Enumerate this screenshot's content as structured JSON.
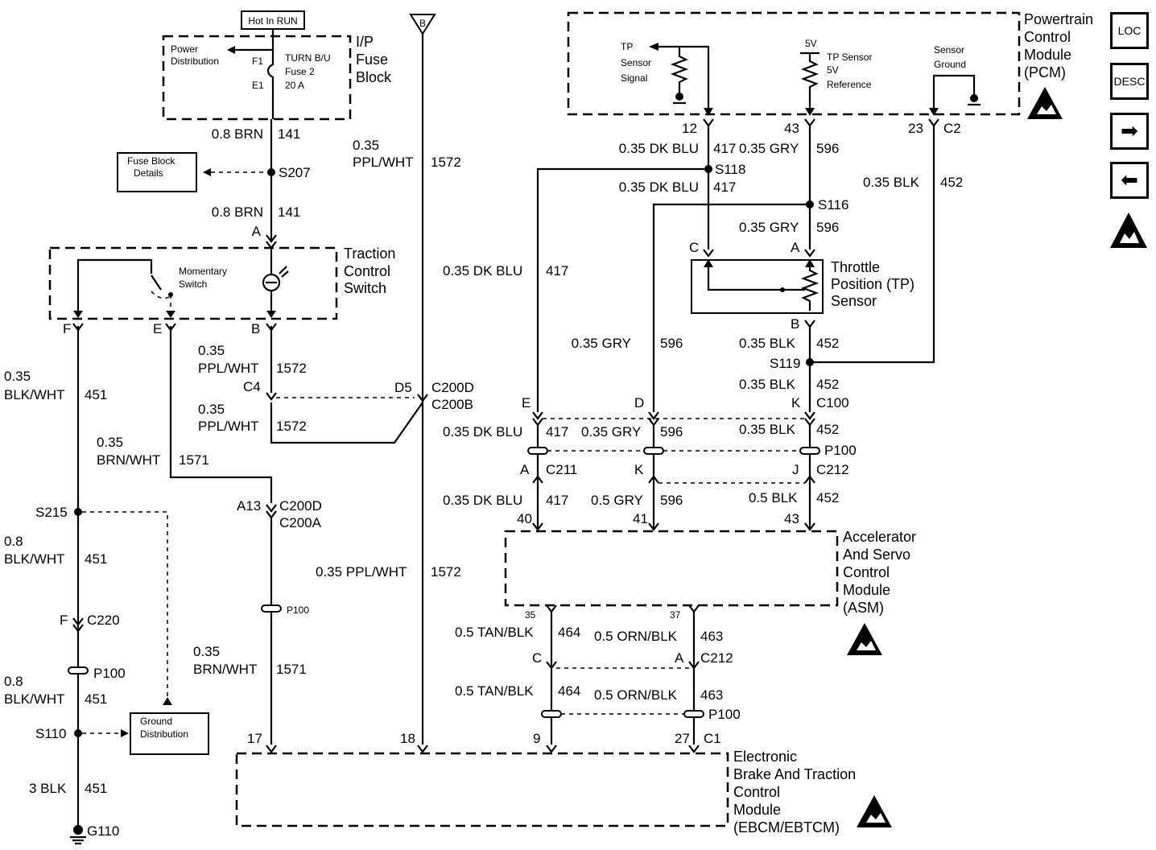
{
  "nav": {
    "loc_label": "LOC",
    "desc_label": "DESC",
    "next_icon": "arrow-right-icon",
    "prev_icon": "arrow-left-icon",
    "esd_icon": "esd-warning-icon"
  },
  "fuse_block": {
    "hot_label": "Hot In RUN",
    "title_1": "I/P",
    "title_2": "Fuse",
    "title_3": "Block",
    "power_dist_1": "Power",
    "power_dist_2": "Distribution",
    "fuse_1": "TURN B/U",
    "fuse_2": "Fuse 2",
    "fuse_3": "20 A",
    "pin_f1": "F1",
    "pin_e1": "E1"
  },
  "fuse_details": {
    "line1": "Fuse Block",
    "line2": "Details"
  },
  "ground_dist": {
    "line1": "Ground",
    "line2": "Distribution"
  },
  "tcs": {
    "title_1": "Traction",
    "title_2": "Control",
    "title_3": "Switch",
    "mom_1": "Momentary",
    "mom_2": "Switch"
  },
  "pcm": {
    "title_1": "Powertrain",
    "title_2": "Control",
    "title_3": "Module",
    "title_4": "(PCM)",
    "tp_sig_1": "TP",
    "tp_sig_2": "Sensor",
    "tp_sig_3": "Signal",
    "five_v": "5V",
    "tp_ref_1": "TP Sensor",
    "tp_ref_2": "5V",
    "tp_ref_3": "Reference",
    "sg_1": "Sensor",
    "sg_2": "Ground",
    "pin_12": "12",
    "pin_43": "43",
    "pin_23": "23",
    "conn": "C2"
  },
  "tp": {
    "title_1": "Throttle",
    "title_2": "Position (TP)",
    "title_3": "Sensor",
    "pin_c": "C",
    "pin_a": "A",
    "pin_b": "B"
  },
  "asm": {
    "title_1": "Accelerator",
    "title_2": "And Servo",
    "title_3": "Control",
    "title_4": "Module",
    "title_5": "(ASM)",
    "pin_40": "40",
    "pin_41": "41",
    "pin_43": "43",
    "pin_35": "35",
    "pin_37": "37"
  },
  "ebcm": {
    "title_1": "Electronic",
    "title_2": "Brake And Traction",
    "title_3": "Control",
    "title_4": "Module",
    "title_5": "(EBCM/EBTCM)",
    "pin_17": "17",
    "pin_18": "18",
    "pin_9": "9",
    "pin_27": "27",
    "conn": "C1"
  },
  "wires": {
    "brn": "0.8 BRN",
    "n141": "141",
    "ppl_035": "0.35",
    "ppl_name": "PPL/WHT",
    "n1572": "1572",
    "ppl_full": "0.35 PPL/WHT",
    "blkwht_035": "0.35",
    "blkwht": "BLK/WHT",
    "n451": "451",
    "brnwht_035": "0.35",
    "brnwht": "BRN/WHT",
    "n1571": "1571",
    "blkwht_08": "0.8",
    "blk3": "3 BLK",
    "dkblu": "0.35 DK BLU",
    "n417": "417",
    "gry": "0.35 GRY",
    "gry05": "0.5 GRY",
    "n596": "596",
    "blk035": "0.35 BLK",
    "blk05": "0.5 BLK",
    "n452": "452",
    "tanblk": "0.5 TAN/BLK",
    "n464": "464",
    "ornblk": "0.5 ORN/BLK",
    "n463": "463"
  },
  "splices": {
    "s207": "S207",
    "s215": "S215",
    "s110": "S110",
    "g110": "G110",
    "s118": "S118",
    "s116": "S116",
    "s119": "S119",
    "p100": "P100",
    "c100": "C100",
    "c211": "C211",
    "c212": "C212",
    "c220": "C220",
    "c4": "C4",
    "c200d": "C200D",
    "c200b": "C200B",
    "c200a": "C200A",
    "d5": "D5",
    "a13": "A13",
    "b_src": "B"
  },
  "pins": {
    "a": "A",
    "b": "B",
    "c": "C",
    "d": "D",
    "e": "E",
    "f": "F",
    "j": "J",
    "k": "K"
  }
}
